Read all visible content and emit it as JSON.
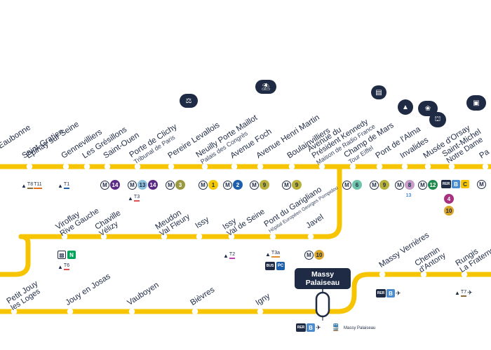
{
  "stations_top": [
    {
      "label": "Eaubonne",
      "sub": ""
    },
    {
      "label": "Saint-Gratien",
      "sub": ""
    },
    {
      "label": "Épinay sur Seine",
      "sub": ""
    },
    {
      "label": "Gennevilliers",
      "sub": ""
    },
    {
      "label": "Les Grésillons",
      "sub": ""
    },
    {
      "label": "Saint-Ouen",
      "sub": ""
    },
    {
      "label": "Porte de Clichy",
      "sub": "Tribunal de Paris"
    },
    {
      "label": "Pereire Levallois",
      "sub": ""
    },
    {
      "label": "Neuilly Porte Maillot",
      "sub": "Palais des Congrès"
    },
    {
      "label": "Avenue Foch",
      "sub": ""
    },
    {
      "label": "Avenue Henri Martin",
      "sub": ""
    },
    {
      "label": "Boulainvilliers",
      "sub": ""
    },
    {
      "label": "Avenue du",
      "sub": "Président Kennedy"
    },
    {
      "label": "",
      "sub": "Maison de Radio France"
    },
    {
      "label": "Champ de Mars",
      "sub": "Tour Eiffel"
    },
    {
      "label": "Pont de l'Alma",
      "sub": ""
    },
    {
      "label": "Invalides",
      "sub": ""
    },
    {
      "label": "Musée d'Orsay",
      "sub": ""
    },
    {
      "label": "Saint-Michel",
      "sub": "Notre Dame"
    },
    {
      "label": "Pa",
      "sub": ""
    }
  ],
  "stations_mid": [
    {
      "label": "Viroflay",
      "sub": "Rive Gauche"
    },
    {
      "label": "Chaville",
      "sub": "Vélizy"
    },
    {
      "label": "Meudon",
      "sub": "Val Fleury"
    },
    {
      "label": "Issy",
      "sub": ""
    },
    {
      "label": "Issy",
      "sub": "Val de Seine"
    },
    {
      "label": "Pont du Garigliano",
      "sub": "Hôpital Européen Georges Pompidou"
    },
    {
      "label": "Javel",
      "sub": ""
    }
  ],
  "stations_bottom": [
    {
      "label": "Petit Jouy",
      "sub": "les Loges"
    },
    {
      "label": "Jouy en Josas",
      "sub": ""
    },
    {
      "label": "Vauboyen",
      "sub": ""
    },
    {
      "label": "Bièvres",
      "sub": ""
    },
    {
      "label": "Igny",
      "sub": ""
    }
  ],
  "stations_right": [
    {
      "label": "Massy Verrières",
      "sub": ""
    },
    {
      "label": "Chemin",
      "sub": "d'Antony"
    },
    {
      "label": "Rungis",
      "sub": "La Fraterne"
    }
  ],
  "hub": {
    "line1": "Massy",
    "line2": "Palaiseau"
  },
  "metro": {
    "m14a": "14",
    "m13": "13",
    "m14b": "14",
    "m3": "3",
    "m1": "1",
    "m2": "2",
    "m9a": "9",
    "m9b": "9",
    "m6": "6",
    "m9c": "9",
    "m8": "8",
    "m12": "12",
    "m4": "4",
    "m10a": "10",
    "m10b": "10",
    "m13b": "13"
  },
  "tram": {
    "t8": "T8",
    "t11": "T11",
    "t1": "T1",
    "t3": "T3",
    "t6": "T6",
    "t2": "T2",
    "t3a": "T3a",
    "t7": "T7"
  },
  "rer": {
    "b": "B",
    "c": "C",
    "n": "N",
    "bus": "BUS",
    "rer": "RER"
  },
  "small_texts": {
    "massy_info": "Massy Palaiseau"
  },
  "colors": {
    "rer_c": "#f6c400",
    "navy": "#1f2a44",
    "metro14": "#5b2a86",
    "metro3": "#9a9940",
    "metro1": "#f2c900",
    "metro2": "#1d5fac",
    "metro9": "#b8b23a",
    "metro6": "#6ec4a8",
    "metro8": "#c59fc9",
    "metro12": "#1f8a4d",
    "metro4": "#a8307f",
    "metro10": "#d9a62a",
    "metro13": "#8fc0de",
    "rer_b": "#4a8ccf",
    "line_n": "#00a35c"
  }
}
